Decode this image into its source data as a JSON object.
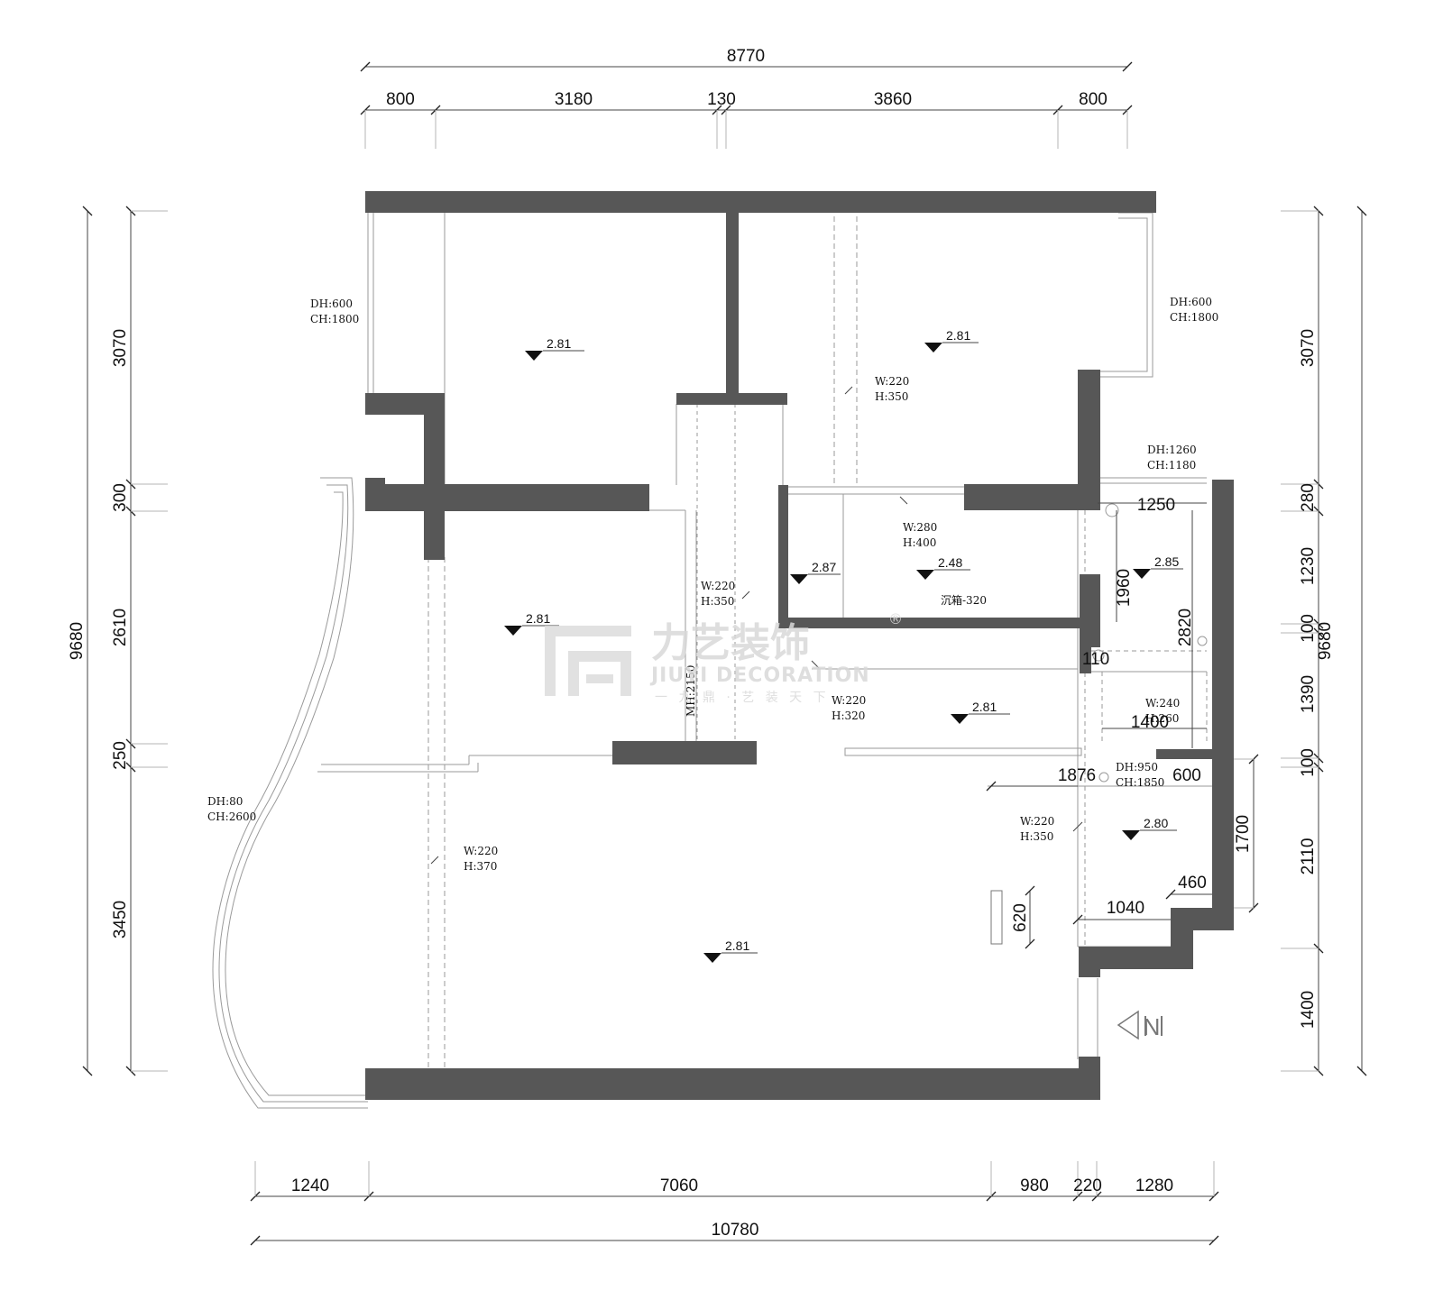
{
  "dimensions": {
    "top_total": "8770",
    "top_segments": [
      "800",
      "3180",
      "130",
      "3860",
      "800"
    ],
    "bottom_total": "10780",
    "bottom_segments": [
      "1240",
      "7060",
      "980",
      "220",
      "1280"
    ],
    "left_total": "9680",
    "left_segments": [
      "3070",
      "300",
      "2610",
      "250",
      "3450"
    ],
    "right_total": "9680",
    "right_segments": [
      "3070",
      "280",
      "1230",
      "100",
      "1390",
      "100",
      "2110",
      "1400"
    ],
    "interior": {
      "d1250": "1250",
      "d1960": "1960",
      "d2820": "2820",
      "d110": "110",
      "d1400": "1400",
      "d1876": "1876",
      "d600": "600",
      "d1700": "1700",
      "d460": "460",
      "d1040": "1040",
      "d620": "620"
    }
  },
  "openings": {
    "win_topleft": [
      "DH:600",
      "CH:1800"
    ],
    "win_topright": [
      "DH:600",
      "CH:1800"
    ],
    "win_bath": [
      "DH:1260",
      "CH:1180"
    ],
    "win_balcony": [
      "DH:80",
      "CH:2600"
    ],
    "win_small": [
      "DH:950",
      "CH:1850"
    ],
    "door_a": [
      "W:220",
      "H:350"
    ],
    "door_b": [
      "W:280",
      "H:400"
    ],
    "door_c": [
      "W:220",
      "H:350"
    ],
    "door_d": [
      "W:220",
      "H:320"
    ],
    "door_e": [
      "W:240",
      "H:260"
    ],
    "door_f": [
      "W:220",
      "H:350"
    ],
    "door_g": [
      "W:220",
      "H:370"
    ],
    "mh": "MH:2150",
    "sunken": "沉箱-320"
  },
  "levels": {
    "room_tl": "2.81",
    "room_tr": "2.81",
    "room_ml": "2.81",
    "room_mid_a": "2.87",
    "room_mid_b": "2.48",
    "room_bath": "2.85",
    "hall": "2.81",
    "room_r2": "2.80",
    "living": "2.81"
  },
  "watermark": {
    "cn": "力艺装饰",
    "en": "JIUYI DECORATION",
    "tagline": "一 九 鼎 · 艺 装 天 下",
    "reg": "®"
  },
  "north_label": "N",
  "colors": {
    "wall": "#575757",
    "line": "#9a9a9a",
    "text": "#111111"
  }
}
